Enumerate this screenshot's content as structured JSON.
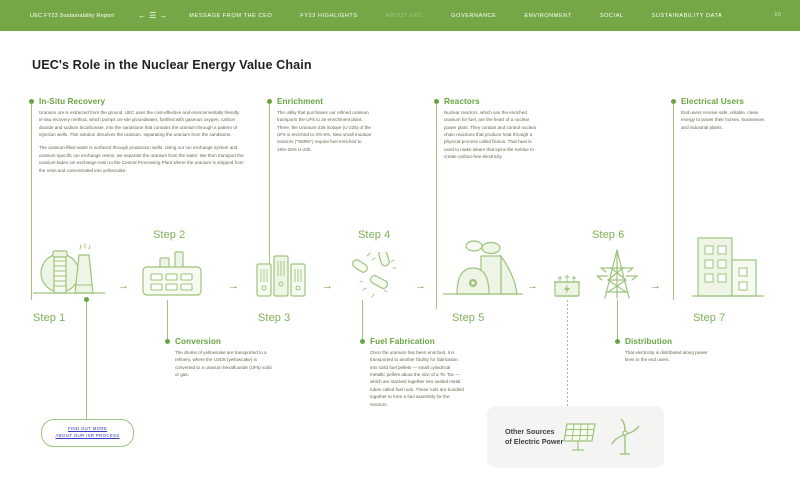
{
  "header": {
    "brand": "UEC FY23 Sustainability Report",
    "nav_icons": [
      "back-arrow-icon",
      "menu-icon",
      "forward-arrow-icon"
    ],
    "links": [
      {
        "label": "MESSAGE FROM THE CEO",
        "active": false
      },
      {
        "label": "FY23 HIGHLIGHTS",
        "active": false
      },
      {
        "label": "ABOUT UEC",
        "active": true
      },
      {
        "label": "GOVERNANCE",
        "active": false
      },
      {
        "label": "ENVIRONMENT",
        "active": false
      },
      {
        "label": "SOCIAL",
        "active": false
      },
      {
        "label": "SUSTAINABILITY DATA",
        "active": false
      }
    ],
    "page_number": "10",
    "bar_color": "#76a746"
  },
  "page_title": "UEC's Role in the Nuclear Energy Value Chain",
  "accent_color": "#6aa342",
  "blocks": {
    "in_situ": {
      "title": "In-Situ Recovery",
      "p1": "Uranium ore is extracted from the ground. UEC uses the cost-effective and environmentally friendly in-situ recovery method, which pumps on-site groundwater, fortified with gaseous oxygen, carbon dioxide and sodium bicarbonate, into the sandstone that contains the uranium through a pattern of injection wells. This solution dissolves the uranium, separating the uranium from the sandstone.",
      "p2": "The uranium-filled water is surfaced through production wells. Using our ion exchange system and uranium-specific ion exchange resins, we separate the uranium from the water. We then transport the uranium-laden ion exchange resin to the Central Processing Plant where the uranium is stripped from the resin and concentrated into yellowcake."
    },
    "enrichment": {
      "title": "Enrichment",
      "p1": "The utility that purchases our refined uranium transports the UF6 to an enrichment plant. There, the Uranium-235 isotope (U-235) of the UF6 is enriched to 4%-5%. New small modular reactors (\"SMRs\") require fuel enriched to 19%-20% U-235."
    },
    "reactors": {
      "title": "Reactors",
      "p1": "Nuclear reactors, which use the enriched uranium for fuel, are the heart of a nuclear power plant. They contain and control nuclear chain reactions that produce heat through a physical process called fission. That heat is used to make steam that spins the turbine to create carbon-free electricity."
    },
    "electrical_users": {
      "title": "Electrical Users",
      "p1": "End users receive safe, reliable, clean energy to power their homes, businesses and industrial plants."
    },
    "conversion": {
      "title": "Conversion",
      "p1": "The drums of yellowcake are transported to a refinery, where the U3O8 (yellowcake) is converted to a uranium hexafluoride (UF6) solid or gas."
    },
    "fuel_fabrication": {
      "title": "Fuel Fabrication",
      "p1": "Once the uranium has been enriched, it is transported to another facility for fabrication into solid fuel pellets — small cylindrical metallic pellets about the size of a Tic Tac — which are stacked together into sealed metal tubes called fuel rods. These rods are bundled together to form a fuel assembly for the reactors."
    },
    "distribution": {
      "title": "Distribution",
      "p1": "That electricity is distributed along power lines to the end users."
    }
  },
  "steps": [
    {
      "label": "Step 1",
      "icon": "mine-tank-icon"
    },
    {
      "label": "Step 2",
      "icon": "factory-icon"
    },
    {
      "label": "Step 3",
      "icon": "uranium-drums-icon"
    },
    {
      "label": "Step 4",
      "icon": "fuel-pellets-icon"
    },
    {
      "label": "Step 5",
      "icon": "nuclear-reactor-icon"
    },
    {
      "label": "Step 6",
      "icon": "power-pylon-icon"
    },
    {
      "label": "Step 7",
      "icon": "buildings-icon"
    }
  ],
  "transformer_icon": "transformer-icon",
  "arrows": [
    "→",
    "→",
    "→",
    "→",
    "→",
    "→"
  ],
  "cta": {
    "line1": "FIND OUT MORE",
    "line2": "ABOUT OUR ISR PROCESS",
    "link_color": "#3b3bc9"
  },
  "other_sources": {
    "line1": "Other Sources",
    "line2": "of Electric Power",
    "icons": [
      "solar-panel-icon",
      "wind-turbine-icon"
    ],
    "bg_color": "#f4f4f2"
  }
}
